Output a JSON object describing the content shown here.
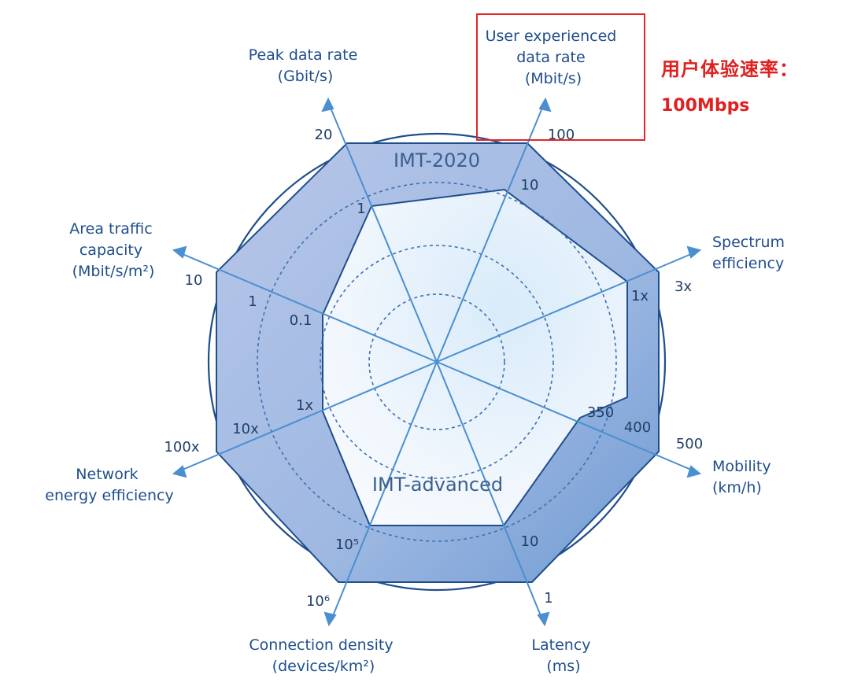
{
  "axes": [
    {
      "key": "peak",
      "lines": [
        "Peak data rate",
        "(Gbit/s)"
      ],
      "outer_tick": "20",
      "inner_tick": "1"
    },
    {
      "key": "user",
      "lines": [
        "User experienced",
        "data rate",
        "(Mbit/s)"
      ],
      "outer_tick": "100",
      "inner_tick": "10"
    },
    {
      "key": "spectrum",
      "lines": [
        "Spectrum",
        "efficiency"
      ],
      "outer_tick": "3x",
      "inner_tick": "1x"
    },
    {
      "key": "mobility",
      "lines": [
        "Mobility",
        "(km/h)"
      ],
      "outer_tick": "500",
      "mid_tick": "400",
      "inner_tick": "350"
    },
    {
      "key": "latency",
      "lines": [
        "Latency",
        "(ms)"
      ],
      "outer_tick": "1",
      "inner_tick": "10"
    },
    {
      "key": "connection",
      "lines": [
        "Connection density",
        "(devices/km²)"
      ],
      "outer_tick": "10⁶",
      "inner_tick": "10⁵"
    },
    {
      "key": "energy",
      "lines": [
        "Network",
        "energy efficiency"
      ],
      "outer_tick": "100x",
      "mid_tick": "10x",
      "inner_tick": "1x"
    },
    {
      "key": "area",
      "lines": [
        "Area traffic",
        "capacity",
        "(Mbit/s/m²)"
      ],
      "outer_tick": "10",
      "mid_tick": "1",
      "inner_tick": "0.1"
    }
  ],
  "series": {
    "outer_name": "IMT-2020",
    "inner_name": "IMT-advanced"
  },
  "annotation": {
    "title": "用户体验速率：",
    "value": "100Mbps"
  },
  "colors": {
    "axis": "#4a8fd0",
    "outline": "#1f4e8c",
    "outer_fill": "#9fb6e0",
    "inner_fill": "#eef5fc",
    "highlight": "#e5262a"
  }
}
